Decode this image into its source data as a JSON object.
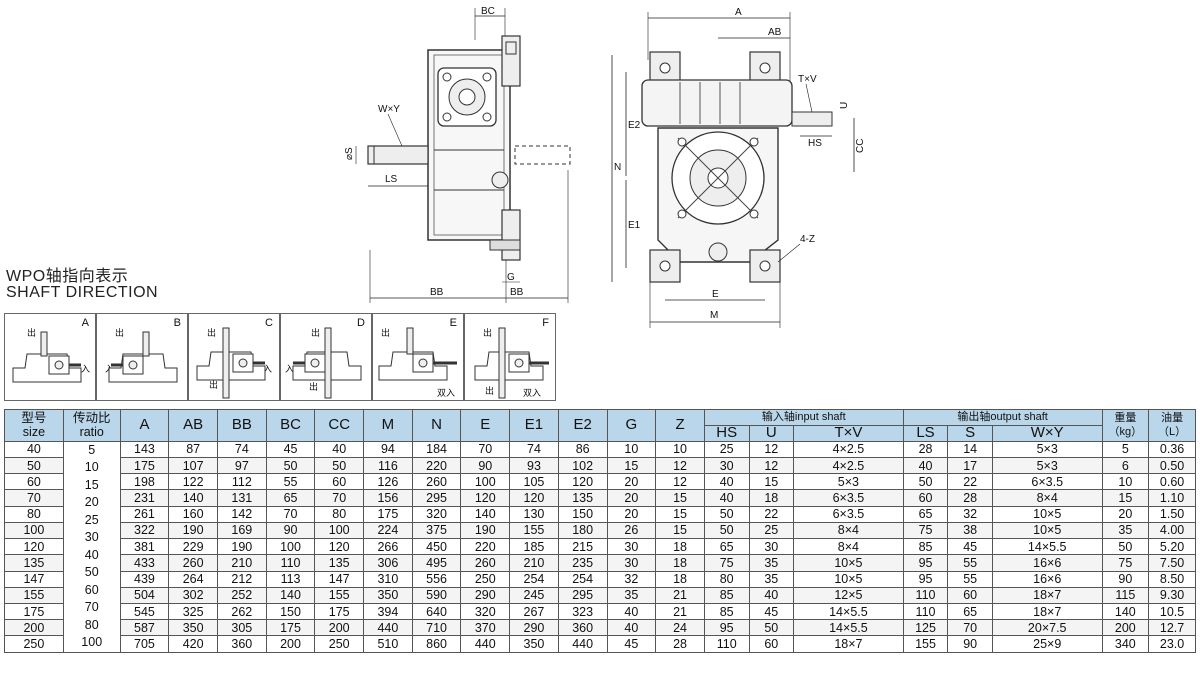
{
  "drawing": {
    "side_labels": {
      "bc": "BC",
      "wxy": "W×Y",
      "ds": "⌀S",
      "ls": "LS",
      "bb1": "BB",
      "bb2": "BB",
      "g": "G"
    },
    "front_labels": {
      "a": "A",
      "ab": "AB",
      "txv": "T×V",
      "u": "U",
      "hs": "HS",
      "cc": "CC",
      "n": "N",
      "e2": "E2",
      "e1": "E1",
      "z": "4-Z",
      "e": "E",
      "m": "M"
    }
  },
  "shaft_direction": {
    "title_cn": "WPO轴指向表示",
    "title_en": "SHAFT DIRECTION",
    "out_label": "出",
    "in_label": "入",
    "double_in_label": "双入",
    "variants": [
      "A",
      "B",
      "C",
      "D",
      "E",
      "F"
    ]
  },
  "table": {
    "headers": {
      "size_cn": "型号",
      "size_en": "size",
      "ratio_cn": "传动比",
      "ratio_en": "ratio",
      "dims": [
        "A",
        "AB",
        "BB",
        "BC",
        "CC",
        "M",
        "N",
        "E",
        "E1",
        "E2",
        "G",
        "Z"
      ],
      "input_group": "输入轴input shaft",
      "input_cols": [
        "HS",
        "U",
        "T×V"
      ],
      "output_group": "输出轴output shaft",
      "output_cols": [
        "LS",
        "S",
        "W×Y"
      ],
      "weight_cn": "重量",
      "weight_en": "（kg）",
      "oil_cn": "油量",
      "oil_en": "（L）"
    },
    "ratios": [
      "5",
      "10",
      "15",
      "20",
      "25",
      "30",
      "40",
      "50",
      "60",
      "70",
      "80",
      "100"
    ],
    "rows": [
      [
        "40",
        "143",
        "87",
        "74",
        "45",
        "40",
        "94",
        "184",
        "70",
        "74",
        "86",
        "10",
        "10",
        "25",
        "12",
        "4×2.5",
        "28",
        "14",
        "5×3",
        "5",
        "0.36"
      ],
      [
        "50",
        "175",
        "107",
        "97",
        "50",
        "50",
        "116",
        "220",
        "90",
        "93",
        "102",
        "15",
        "12",
        "30",
        "12",
        "4×2.5",
        "40",
        "17",
        "5×3",
        "6",
        "0.50"
      ],
      [
        "60",
        "198",
        "122",
        "112",
        "55",
        "60",
        "126",
        "260",
        "100",
        "105",
        "120",
        "20",
        "12",
        "40",
        "15",
        "5×3",
        "50",
        "22",
        "6×3.5",
        "10",
        "0.60"
      ],
      [
        "70",
        "231",
        "140",
        "131",
        "65",
        "70",
        "156",
        "295",
        "120",
        "120",
        "135",
        "20",
        "15",
        "40",
        "18",
        "6×3.5",
        "60",
        "28",
        "8×4",
        "15",
        "1.10"
      ],
      [
        "80",
        "261",
        "160",
        "142",
        "70",
        "80",
        "175",
        "320",
        "140",
        "130",
        "150",
        "20",
        "15",
        "50",
        "22",
        "6×3.5",
        "65",
        "32",
        "10×5",
        "20",
        "1.50"
      ],
      [
        "100",
        "322",
        "190",
        "169",
        "90",
        "100",
        "224",
        "375",
        "190",
        "155",
        "180",
        "26",
        "15",
        "50",
        "25",
        "8×4",
        "75",
        "38",
        "10×5",
        "35",
        "4.00"
      ],
      [
        "120",
        "381",
        "229",
        "190",
        "100",
        "120",
        "266",
        "450",
        "220",
        "185",
        "215",
        "30",
        "18",
        "65",
        "30",
        "8×4",
        "85",
        "45",
        "14×5.5",
        "50",
        "5.20"
      ],
      [
        "135",
        "433",
        "260",
        "210",
        "110",
        "135",
        "306",
        "495",
        "260",
        "210",
        "235",
        "30",
        "18",
        "75",
        "35",
        "10×5",
        "95",
        "55",
        "16×6",
        "75",
        "7.50"
      ],
      [
        "147",
        "439",
        "264",
        "212",
        "113",
        "147",
        "310",
        "556",
        "250",
        "254",
        "254",
        "32",
        "18",
        "80",
        "35",
        "10×5",
        "95",
        "55",
        "16×6",
        "90",
        "8.50"
      ],
      [
        "155",
        "504",
        "302",
        "252",
        "140",
        "155",
        "350",
        "590",
        "290",
        "245",
        "295",
        "35",
        "21",
        "85",
        "40",
        "12×5",
        "110",
        "60",
        "18×7",
        "115",
        "9.30"
      ],
      [
        "175",
        "545",
        "325",
        "262",
        "150",
        "175",
        "394",
        "640",
        "320",
        "267",
        "323",
        "40",
        "21",
        "85",
        "45",
        "14×5.5",
        "110",
        "65",
        "18×7",
        "140",
        "10.5"
      ],
      [
        "200",
        "587",
        "350",
        "305",
        "175",
        "200",
        "440",
        "710",
        "370",
        "290",
        "360",
        "40",
        "24",
        "95",
        "50",
        "14×5.5",
        "125",
        "70",
        "20×7.5",
        "200",
        "12.7"
      ],
      [
        "250",
        "705",
        "420",
        "360",
        "200",
        "250",
        "510",
        "860",
        "440",
        "350",
        "440",
        "45",
        "28",
        "110",
        "60",
        "18×7",
        "155",
        "90",
        "25×9",
        "340",
        "23.0"
      ]
    ]
  }
}
